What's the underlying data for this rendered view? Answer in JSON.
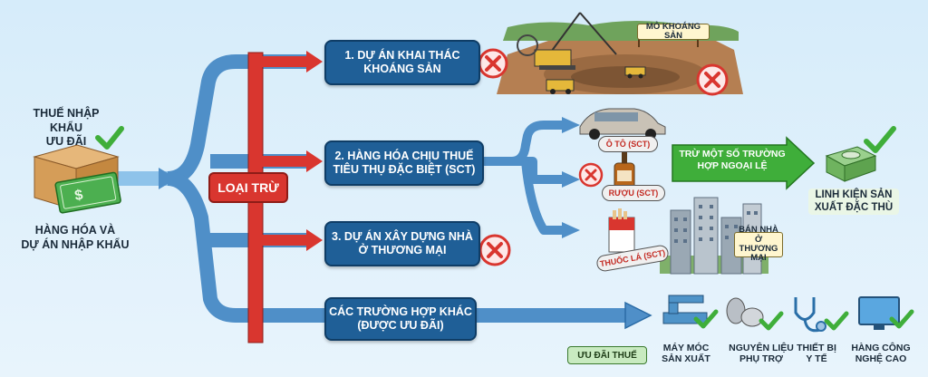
{
  "source": {
    "tax_label": "THUẾ NHẬP KHẨU\nƯU ĐÃI",
    "goods_label": "HÀNG HÓA VÀ\nDỰ ÁN NHẬP KHẨU"
  },
  "exclusion_label": "LOẠI TRỪ",
  "boxes": {
    "mining": "1. DỰ ÁN KHAI THÁC\nKHOÁNG SẢN",
    "sct_goods": "2. HÀNG HÓA CHỊU THUẾ\nTIÊU THỤ ĐẶC BIỆT (SCT)",
    "housing": "3. DỰ ÁN XÂY DỰNG NHÀ\nỞ THƯƠNG MẠI",
    "other": "CÁC TRƯỜNG HỢP KHÁC\n(ĐƯỢC ƯU ĐÃI)"
  },
  "mine_sign": "MỎ KHOÁNG SẢN",
  "sct_items": {
    "car": "Ô TÔ (SCT)",
    "liquor": "RƯỢU (SCT)",
    "cigarettes": "THUỐC LÁ (SCT)"
  },
  "exception_arrow": "TRỪ MỘT SỐ TRƯỜNG\nHỢP NGOẠI LỆ",
  "special_parts": "LINH KIỆN SẢN\nXUẤT ĐẶC THÙ",
  "housing_sign": "BÁN NHÀ Ở\nTHƯƠNG MẠI",
  "incentive_label": "ƯU ĐÃI THUẾ",
  "incentive_items": [
    "MÁY MÓC\nSẢN XUẤT",
    "NGUYÊN LIỆU\nPHỤ TRỢ",
    "THIẾT BỊ\nY TẾ",
    "HÀNG CÔNG\nNGHỆ CAO"
  ],
  "colors": {
    "blue_arrow": "#4f8fc8",
    "red_arrow": "#d9362f",
    "box_blue": "#1f5f97",
    "green": "#3fae3a"
  }
}
